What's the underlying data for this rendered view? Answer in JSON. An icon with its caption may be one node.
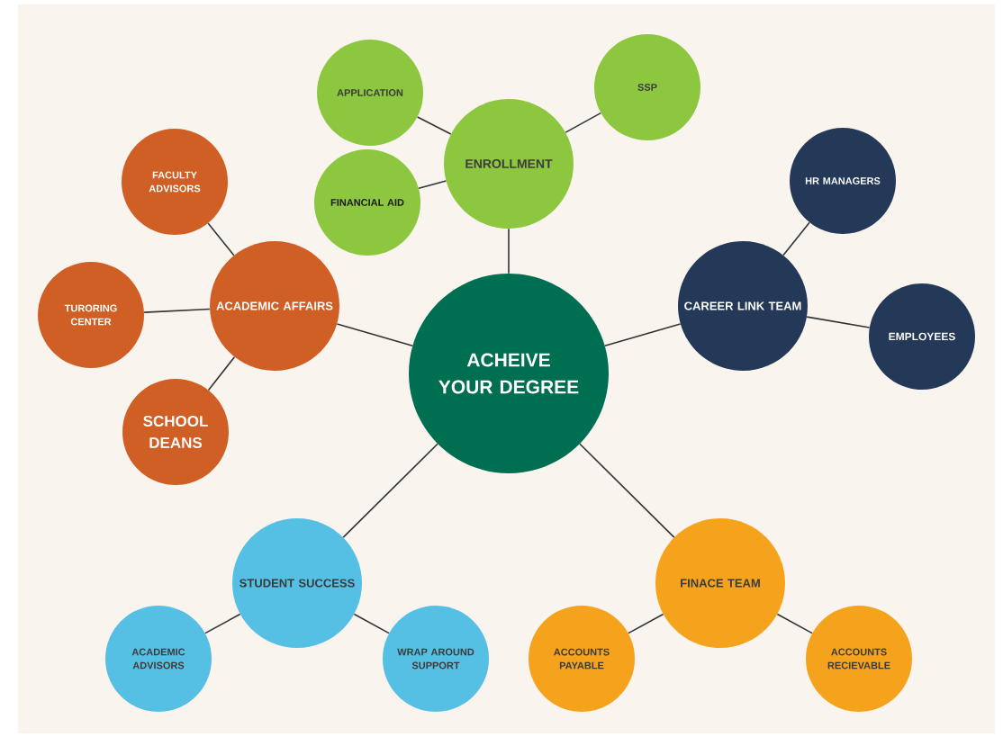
{
  "diagram": {
    "nodes": [
      {
        "text": [
          "ACHEIVE YOUR DEGREE"
        ]
      },
      {
        "text": [
          "ENROLLMENT"
        ]
      },
      {
        "text": [
          "APPLICATION"
        ]
      },
      {
        "text": [
          "SSP"
        ]
      },
      {
        "text": [
          "FINANCIAL AID"
        ]
      },
      {
        "text": [
          "ACADEMIC AFFAIRS"
        ]
      },
      {
        "text": [
          "FACULTY ADVISORS"
        ]
      },
      {
        "text": [
          "TURORING CENTER"
        ]
      },
      {
        "text": [
          "SCHOOL DEANS"
        ]
      },
      {
        "text": [
          "CAREER LINK TEAM"
        ]
      },
      {
        "text": [
          "HR MANAGERS"
        ]
      },
      {
        "text": [
          "EMPLOYEES"
        ]
      },
      {
        "text": [
          "STUDENT SUCCESS"
        ]
      },
      {
        "text": [
          "ACADEMIC ADVISORS"
        ]
      },
      {
        "text": [
          "WRAP AROUND SUPPORT"
        ]
      },
      {
        "text": [
          "FINACE TEAM"
        ]
      },
      {
        "text": [
          "ACCOUNTS PAYABLE"
        ]
      },
      {
        "text": [
          "ACCOUNTS RECIEVABLE"
        ]
      }
    ],
    "edges": [
      {
        "from": 0,
        "to": 1,
        "arrow": "none"
      },
      {
        "from": 0,
        "to": 5,
        "arrow": "none"
      },
      {
        "from": 0,
        "to": 9,
        "arrow": "none"
      },
      {
        "from": 0,
        "to": 12,
        "arrow": "none"
      },
      {
        "from": 0,
        "to": 15,
        "arrow": "none"
      },
      {
        "from": 1,
        "to": 2,
        "arrow": "none"
      },
      {
        "from": 1,
        "to": 3,
        "arrow": "none"
      },
      {
        "from": 1,
        "to": 4,
        "arrow": "none"
      },
      {
        "from": 5,
        "to": 6,
        "arrow": "none"
      },
      {
        "from": 5,
        "to": 7,
        "arrow": "none"
      },
      {
        "from": 5,
        "to": 8,
        "arrow": "none"
      },
      {
        "from": 9,
        "to": 10,
        "arrow": "none"
      },
      {
        "from": 9,
        "to": 11,
        "arrow": "none"
      },
      {
        "from": 12,
        "to": 13,
        "arrow": "none"
      },
      {
        "from": 12,
        "to": 14,
        "arrow": "none"
      },
      {
        "from": 15,
        "to": 16,
        "arrow": "none"
      },
      {
        "from": 15,
        "to": 17,
        "arrow": "none"
      }
    ]
  }
}
